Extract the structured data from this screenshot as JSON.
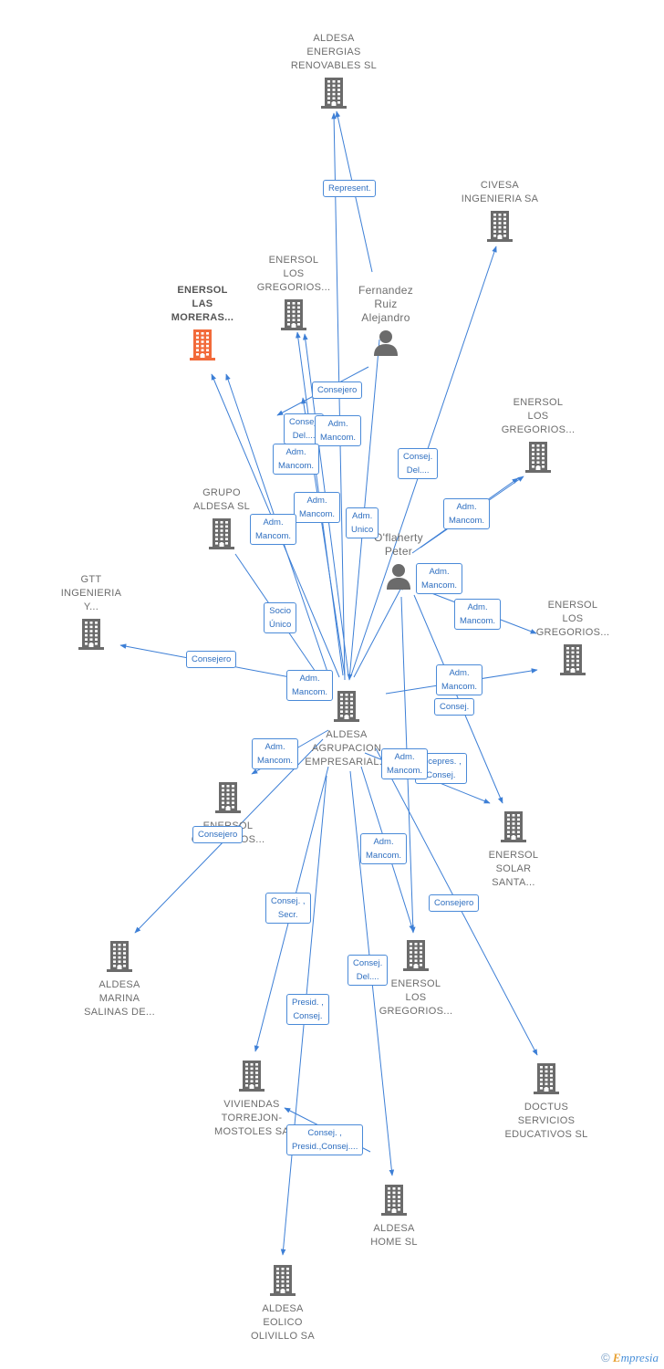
{
  "colors": {
    "edge": "#3d7fd6",
    "building": "#6b6b6b",
    "highlight": "#f26a3a",
    "label_border": "#4a8ad8",
    "label_text": "#2f6fc0"
  },
  "nodes": [
    {
      "id": "aldesa_energias",
      "type": "company",
      "label": "ALDESA\nENERGIAS\nRENOVABLES SL"
    },
    {
      "id": "civesa",
      "type": "company",
      "label": "CIVESA\nINGENIERIA SA"
    },
    {
      "id": "enersol_lg1",
      "type": "company",
      "label": "ENERSOL\nLOS\nGREGORIOS..."
    },
    {
      "id": "enersol_morera",
      "type": "company",
      "highlight": true,
      "label": "ENERSOL\nLAS\nMORERAS..."
    },
    {
      "id": "fernandez",
      "type": "person",
      "label": "Fernandez\nRuiz\nAlejandro"
    },
    {
      "id": "enersol_lg2",
      "type": "company",
      "label": "ENERSOL\nLOS\nGREGORIOS..."
    },
    {
      "id": "grupo_aldesa",
      "type": "company",
      "label": "GRUPO\nALDESA SL"
    },
    {
      "id": "oflaherty",
      "type": "person",
      "label": "O'flaherty\nPeter"
    },
    {
      "id": "gtt",
      "type": "company",
      "label": "GTT\nINGENIERIA\nY..."
    },
    {
      "id": "enersol_lg3",
      "type": "company",
      "label": "ENERSOL\nLOS\nGREGORIOS..."
    },
    {
      "id": "aldesa_agrup",
      "type": "company",
      "label": "ALDESA\nAGRUPACION\nEMPRESARIAL..."
    },
    {
      "id": "enersol_lg4",
      "type": "company",
      "label": "ENERSOL\nGREGORIOS..."
    },
    {
      "id": "enersol_solar",
      "type": "company",
      "label": "ENERSOL\nSOLAR\nSANTA..."
    },
    {
      "id": "aldesa_marina",
      "type": "company",
      "label": "ALDESA\nMARINA\nSALINAS DE..."
    },
    {
      "id": "enersol_lg5",
      "type": "company",
      "label": "ENERSOL\nLOS\nGREGORIOS..."
    },
    {
      "id": "viviendas",
      "type": "company",
      "label": "VIVIENDAS\nTORREJON-\nMOSTOLES SA"
    },
    {
      "id": "doctus",
      "type": "company",
      "label": "DOCTUS\nSERVICIOS\nEDUCATIVOS SL"
    },
    {
      "id": "aldesa_home",
      "type": "company",
      "label": "ALDESA\nHOME SL"
    },
    {
      "id": "aldesa_eolico",
      "type": "company",
      "label": "ALDESA\nEOLICO\nOLIVILLO SA"
    }
  ],
  "edge_labels": [
    {
      "id": "l_represent",
      "text": "Represent."
    },
    {
      "id": "l_consejero_top",
      "text": "Consejero"
    },
    {
      "id": "l_consej_a",
      "text": "Consej.\nDel...."
    },
    {
      "id": "l_adm_1",
      "text": "Adm.\nMancom."
    },
    {
      "id": "l_adm_2",
      "text": "Adm.\nMancom."
    },
    {
      "id": "l_consej_del_civesa",
      "text": "Consej.\nDel...."
    },
    {
      "id": "l_adm_3",
      "text": "Adm.\nMancom."
    },
    {
      "id": "l_adm_unico",
      "text": "Adm.\nUnico"
    },
    {
      "id": "l_adm_4",
      "text": "Adm.\nMancom."
    },
    {
      "id": "l_adm_5",
      "text": "Adm.\nMancom."
    },
    {
      "id": "l_adm_6",
      "text": "Adm.\nMancom."
    },
    {
      "id": "l_adm_7",
      "text": "Adm.\nMancom."
    },
    {
      "id": "l_socio",
      "text": "Socio\nÚnico"
    },
    {
      "id": "l_consejero_gtt",
      "text": "Consejero"
    },
    {
      "id": "l_adm_8",
      "text": "Adm.\nMancom."
    },
    {
      "id": "l_adm_9",
      "text": "Adm.\nMancom."
    },
    {
      "id": "l_consej_lg3",
      "text": "Consej."
    },
    {
      "id": "l_adm_10",
      "text": "Adm.\nMancom."
    },
    {
      "id": "l_vpres",
      "text": "Vicepres. ,\nConsej."
    },
    {
      "id": "l_adm_11",
      "text": "Adm.\nMancom."
    },
    {
      "id": "l_consejero_marina",
      "text": "Consejero"
    },
    {
      "id": "l_adm_12",
      "text": "Adm.\nMancom."
    },
    {
      "id": "l_consejero_doctus",
      "text": "Consejero"
    },
    {
      "id": "l_consej_secr",
      "text": "Consej. ,\nSecr."
    },
    {
      "id": "l_consej_del_lg5",
      "text": "Consej.\nDel...."
    },
    {
      "id": "l_presid",
      "text": "Presid. ,\nConsej."
    },
    {
      "id": "l_consej_presid",
      "text": "Consej. ,\nPresid.,Consej...."
    }
  ],
  "footer": {
    "copyright": "©",
    "brand_initial": "E",
    "brand_rest": "mpresia"
  }
}
